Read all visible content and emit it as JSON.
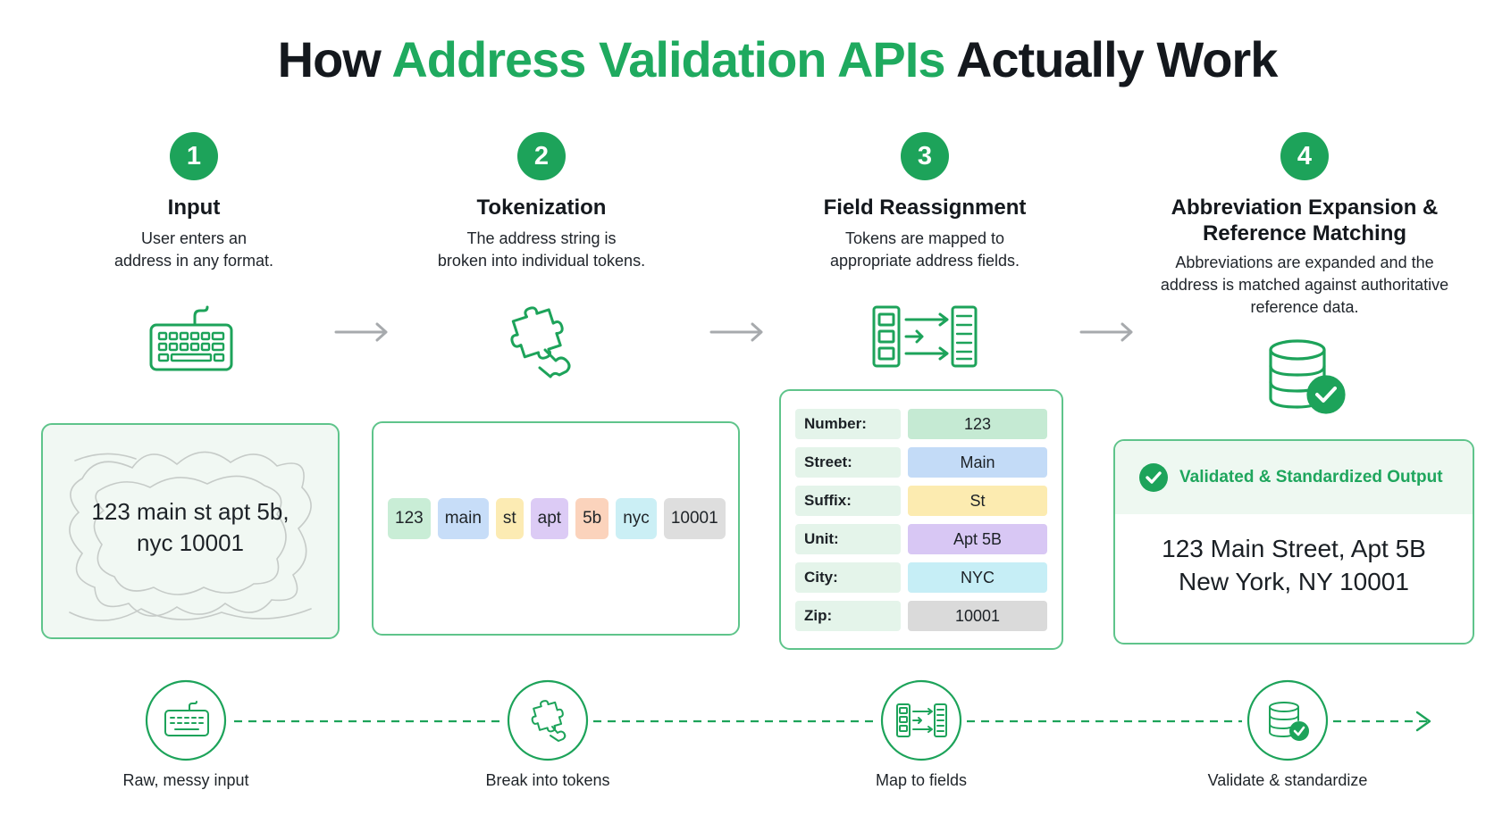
{
  "title": {
    "prefix": "How",
    "accent": "Address Validation APIs",
    "suffix": "Actually Work"
  },
  "accent_color": "#1DA35A",
  "steps": [
    {
      "number": "1",
      "title": "Input",
      "description_lines": [
        "User enters an",
        "address in any format."
      ],
      "icon": "keyboard-icon"
    },
    {
      "number": "2",
      "title": "Tokenization",
      "description_lines": [
        "The address string is",
        "broken into individual tokens."
      ],
      "icon": "puzzle-icon"
    },
    {
      "number": "3",
      "title": "Field Reassignment",
      "description_lines": [
        "Tokens are mapped to",
        "appropriate address fields."
      ],
      "icon": "field-mapping-icon"
    },
    {
      "number": "4",
      "title_lines": [
        "Abbreviation Expansion &",
        "Reference Matching"
      ],
      "description_lines": [
        "Abbreviations are expanded and the",
        "address is matched against authoritative",
        "reference data."
      ],
      "icon": "database-check-icon"
    }
  ],
  "input_card": {
    "lines": [
      "123 main st apt 5b,",
      "nyc 10001"
    ]
  },
  "tokens": [
    {
      "text": "123",
      "color": "#C9EDD6"
    },
    {
      "text": "main",
      "color": "#C7DDF8"
    },
    {
      "text": "st",
      "color": "#FCEBB3"
    },
    {
      "text": "apt",
      "color": "#DCCBF5"
    },
    {
      "text": "5b",
      "color": "#FBD3BC"
    },
    {
      "text": "nyc",
      "color": "#CBEFF5"
    },
    {
      "text": "10001",
      "color": "#DEDEDE"
    }
  ],
  "fields": [
    {
      "label": "Number:",
      "value": "123",
      "color": "#C5EAD3"
    },
    {
      "label": "Street:",
      "value": "Main",
      "color": "#C3DBF7"
    },
    {
      "label": "Suffix:",
      "value": "St",
      "color": "#FCEBB0"
    },
    {
      "label": "Unit:",
      "value": "Apt 5B",
      "color": "#D8C7F4"
    },
    {
      "label": "City:",
      "value": "NYC",
      "color": "#C6EEF6"
    },
    {
      "label": "Zip:",
      "value": "10001",
      "color": "#DADADA"
    }
  ],
  "output": {
    "header": "Validated & Standardized Output",
    "lines": [
      "123 Main Street, Apt 5B",
      "New York, NY 10001"
    ]
  },
  "timeline": [
    {
      "label": "Raw, messy input",
      "icon": "keyboard-icon"
    },
    {
      "label": "Break into tokens",
      "icon": "puzzle-icon"
    },
    {
      "label": "Map to fields",
      "icon": "field-mapping-icon"
    },
    {
      "label": "Validate & standardize",
      "icon": "database-check-icon"
    }
  ]
}
